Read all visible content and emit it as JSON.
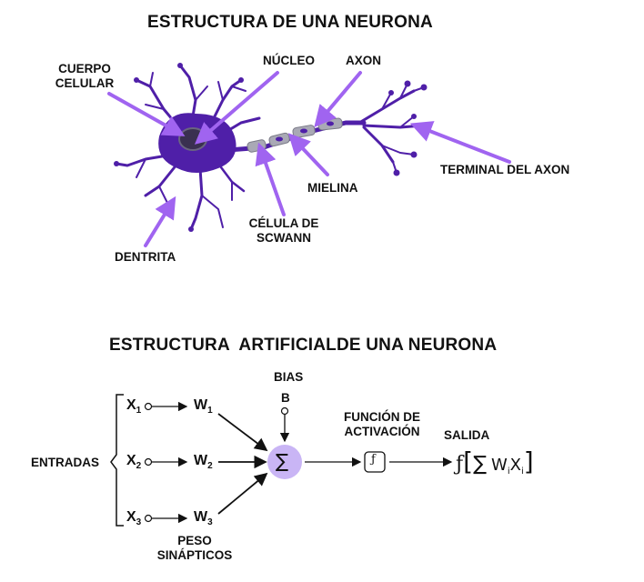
{
  "bio": {
    "title": "ESTRUCTURA DE UNA NEURONA",
    "labels": {
      "cuerpo_celular": "CUERPO CELULAR",
      "nucleo": "NÚCLEO",
      "axon": "AXON",
      "terminal_axon": "TERMINAL DEL AXON",
      "mielina": "MIELINA",
      "celula_schwann": "CÉLULA DE SCWANN",
      "dentrita": "DENTRITA"
    },
    "colors": {
      "neuron": "#4f1fa8",
      "arrow": "#a064f0",
      "myelin": "#8d8d99",
      "nucleus": "#3a3050"
    }
  },
  "artificial": {
    "title": "ESTRUCTURA  ARTIFICIALDE UNA NEURONA",
    "bias_label": "BIAS",
    "bias_symbol": "B",
    "entradas_label": "ENTRADAS",
    "inputs": [
      {
        "var": "X",
        "sub": "1",
        "weight": "W",
        "wsub": "1"
      },
      {
        "var": "X",
        "sub": "2",
        "weight": "W",
        "wsub": "2"
      },
      {
        "var": "X",
        "sub": "3",
        "weight": "W",
        "wsub": "3"
      }
    ],
    "peso_label": "PESO SINÁPTICOS",
    "sum_symbol": "∑",
    "activation_label": "FUNCIÓN DE ACTIVACIÓN",
    "activation_symbol": "ƒ",
    "salida_label": "SALIDA",
    "output_formula": {
      "f": "ƒ",
      "open": "[",
      "sigma": "∑",
      "w": "W",
      "wsub": "i",
      "x": "X",
      "xsub": "i",
      "close": "]"
    },
    "colors": {
      "sum_fill": "#c9b5f5",
      "line": "#111111"
    }
  }
}
